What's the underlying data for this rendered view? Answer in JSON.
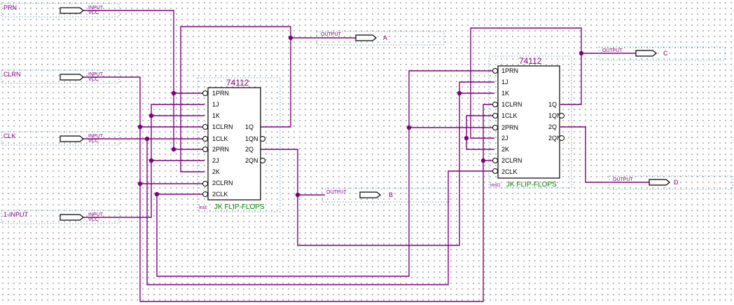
{
  "inputs": [
    {
      "name": "PRN",
      "type": "INPUT",
      "default": "VCC"
    },
    {
      "name": "CLRN",
      "type": "INPUT",
      "default": "VCC"
    },
    {
      "name": "CLK",
      "type": "INPUT",
      "default": "VCC"
    },
    {
      "name": "1-INPUT",
      "type": "INPUT",
      "default": "VCC"
    }
  ],
  "outputs": [
    {
      "name": "A",
      "type": "OUTPUT"
    },
    {
      "name": "B",
      "type": "OUTPUT"
    },
    {
      "name": "C",
      "type": "OUTPUT"
    },
    {
      "name": "D",
      "type": "OUTPUT"
    }
  ],
  "chips": [
    {
      "part": "74112",
      "instance": "inst",
      "desc": "JK FLIP-FLOPS",
      "left_pins": [
        "1PRN",
        "1J",
        "1K",
        "1CLRN",
        "1CLK",
        "2PRN",
        "2J",
        "2K",
        "2CLRN",
        "2CLK"
      ],
      "right_pins": [
        "1Q",
        "1QN",
        "2Q",
        "2QN"
      ]
    },
    {
      "part": "74112",
      "instance": "inst1",
      "desc": "JK FLIP-FLOPS",
      "left_pins": [
        "1PRN",
        "1J",
        "1K",
        "1CLRN",
        "1CLK",
        "2PRN",
        "2J",
        "2K",
        "2CLRN",
        "2CLK"
      ],
      "right_pins": [
        "1Q",
        "1QN",
        "2Q",
        "2QN"
      ]
    }
  ]
}
